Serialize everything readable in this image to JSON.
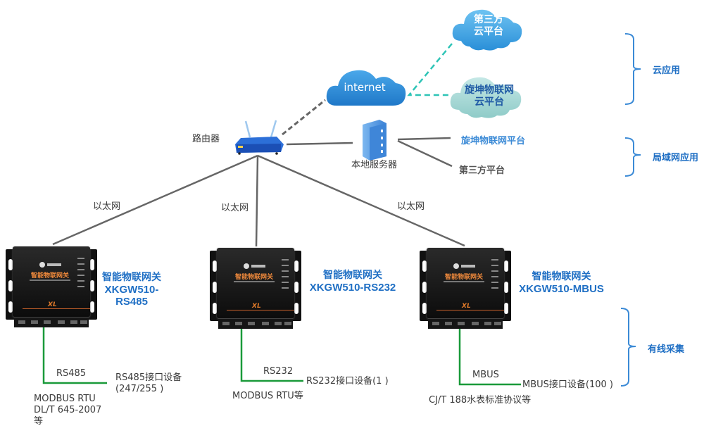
{
  "diagram": {
    "clouds": {
      "internet": "internet",
      "third_party_cloud": [
        "第三方",
        "云平台"
      ],
      "xk_cloud": [
        "旋坤物联网",
        "云平台"
      ]
    },
    "router_label": "路由器",
    "server_label": "本地服务器",
    "lan_platforms": {
      "xk_platform": "旋坤物联网平台",
      "third_party_platform": "第三方平台"
    },
    "ethernet_labels": [
      "以太网",
      "以太网",
      "以太网"
    ],
    "brackets": {
      "cloud_app": "云应用",
      "lan_app": "局域网应用",
      "wired_collect": "有线采集"
    },
    "gateways": [
      {
        "title": "智能物联网关",
        "model": "XKGW510-RS485",
        "device_name": "智能物联网关",
        "bus_label": "RS485",
        "device_desc": [
          "RS485接口设备",
          "(247/255 )"
        ],
        "protocols": [
          "MODBUS RTU",
          "DL/T 645-2007",
          "等"
        ]
      },
      {
        "title": "智能物联网关",
        "model": "XKGW510-RS232",
        "device_name": "智能物联网关",
        "bus_label": "RS232",
        "device_desc": [
          "RS232接口设备(1 )"
        ],
        "protocols": [
          "MODBUS RTU等"
        ]
      },
      {
        "title": "智能物联网关",
        "model": "XKGW510-MBUS",
        "device_name": "智能物联网关",
        "bus_label": "MBUS",
        "device_desc": [
          "MBUS接口设备(100 )"
        ],
        "protocols": [
          "CJ/T 188水表标准协议等"
        ]
      }
    ],
    "colors": {
      "accent_blue": "#1f6fc4",
      "bracket_blue": "#3b8ad6",
      "bus_green": "#1a9a3a",
      "wire_gray": "#666666",
      "dash_teal": "#2ec4b6"
    }
  }
}
